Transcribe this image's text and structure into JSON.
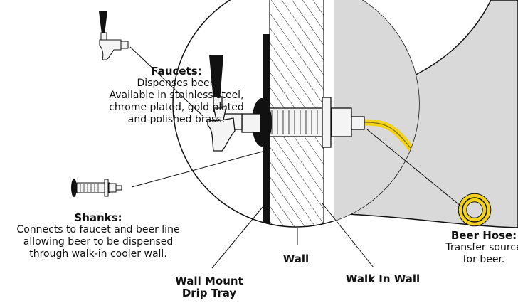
{
  "labels": {
    "faucets": {
      "title": "Faucets:",
      "lines": [
        "Dispenses beer.",
        "Available in stainless steel,",
        "chrome plated, gold plated",
        "and polished brass."
      ]
    },
    "shanks": {
      "title": "Shanks:",
      "lines": [
        "Connects to faucet and beer line",
        "allowing beer to be dispensed",
        "through walk-in cooler wall."
      ]
    },
    "beer_hose": {
      "title": "Beer Hose:",
      "lines": [
        "Transfer source",
        "for beer."
      ]
    },
    "wall": {
      "title": "Wall"
    },
    "drip_tray": {
      "lines": [
        "Wall Mount",
        "Drip Tray"
      ]
    },
    "walk_in_wall": {
      "title": "Walk In Wall"
    }
  },
  "colors": {
    "hose": "#f2d21a",
    "cooler": "#d9d9d9",
    "line": "#111111",
    "metal": "#f4f4f4"
  }
}
